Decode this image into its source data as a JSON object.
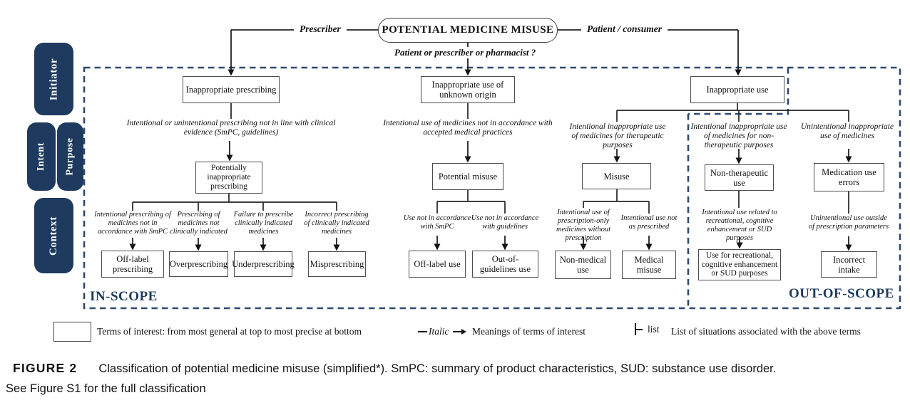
{
  "colors": {
    "navy": "#1e3a5f",
    "dash_border": "#2e4a6e",
    "connector": "#1a1a1a",
    "box_border": "#4d4d4d"
  },
  "header": {
    "title": "POTENTIAL MEDICINE MISUSE",
    "left_label": "Prescriber",
    "right_label": "Patient / consumer",
    "question": "Patient or prescriber or pharmacist ?"
  },
  "sidebar": {
    "initiator": "Initiator",
    "intent": "Intent",
    "purpose": "Purpose",
    "context": "Context"
  },
  "scope": {
    "in_label": "IN-SCOPE",
    "out_label": "OUT-OF-SCOPE"
  },
  "nodes": {
    "inappropriate_prescribing": "Inappropriate prescribing",
    "inappropriate_use_unknown": "Inappropriate use of unknown origin",
    "inappropriate_use": "Inappropriate use",
    "potentially_inappropriate_prescribing": "Potentially inappropriate prescribing",
    "potential_misuse": "Potential misuse",
    "misuse": "Misuse",
    "non_therapeutic_use": "Non-therapeutic use",
    "medication_use_errors": "Medication use errors",
    "off_label_prescribing": "Off-label prescribing",
    "overprescribing": "Overprescribing",
    "underprescribing": "Underprescribing",
    "misprescribing": "Misprescribing",
    "off_label_use": "Off-label use",
    "out_of_guidelines_use": "Out-of-guidelines use",
    "non_medical_use": "Non-medical use",
    "medical_misuse": "Medical misuse",
    "recreational_use": "Use for recreational, cognitive enhancement or SUD purposes",
    "incorrect_intake": "Incorrect intake"
  },
  "meanings": {
    "prescribing": "Intentional or unintentional prescribing not in line with clinical evidence (SmPC, guidelines)",
    "unknown_origin": "Intentional use of medicines not in accordance with accepted medical practices",
    "therapeutic": "Intentional inappropriate use of medicines for therapeutic purposes",
    "non_therapeutic": "Intentional inappropriate use of medicines for non-therapeutic purposes",
    "unintentional": "Unintentional inappropriate use of medicines",
    "off_label_prescribing": "Intentional prescribing of medicines not in accordance with SmPC",
    "overprescribing": "Prescribing of medicines not clinically indicated",
    "underprescribing": "Failure to prescribe clinically indicated medicines",
    "misprescribing": "Incorrect prescribing of clinically indicated medicines",
    "off_label_use": "Use not in accordance with SmPC",
    "out_of_guidelines": "Use not in accordance with guidelines",
    "non_medical": "Intentional use of prescription-only medicines without prescription",
    "medical_misuse": "Intentional use not as prescribed",
    "recreational": "Intentional use related to recreational, cognitive enhancement or SUD purposes",
    "incorrect_intake": "Unintentional use outside of prescription parameters"
  },
  "legend": {
    "terms": "Terms of interest: from most general at top to most precise at bottom",
    "italic_word": "Italic",
    "meanings": "Meanings of terms of interest",
    "list_word": "list",
    "list": "List of situations associated with the above terms"
  },
  "caption": {
    "label": "FIGURE 2",
    "text": "Classification of potential medicine misuse (simplified*). SmPC: summary of product characteristics, SUD: substance use disorder.",
    "line2": "See Figure S1 for the full classification"
  }
}
